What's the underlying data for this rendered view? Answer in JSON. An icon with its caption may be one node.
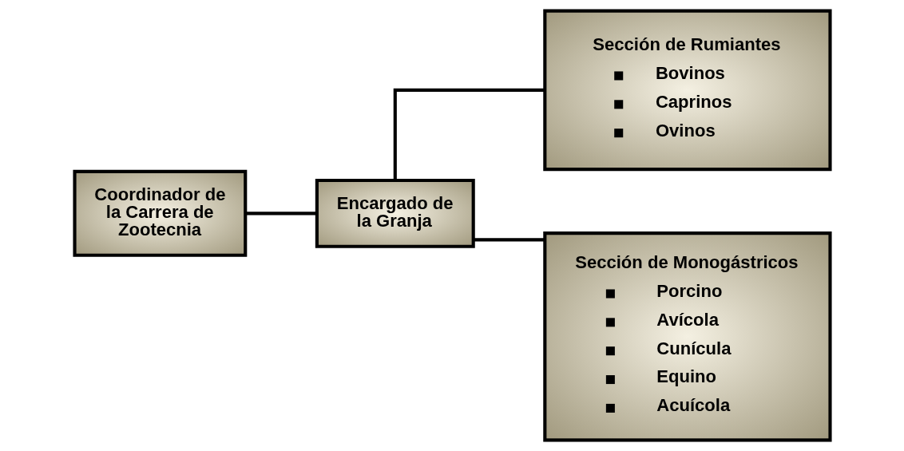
{
  "diagram": {
    "nodes": [
      {
        "text": [
          "Coordinador de la Carrera de Zootecnia"
        ]
      },
      {
        "text": [
          "Encargado de la Granja"
        ]
      },
      {
        "text": [
          "Sección de Rumiantes",
          "Bovinos",
          "Caprinos",
          "Ovinos"
        ]
      },
      {
        "text": [
          "Sección de Monogástricos",
          "Porcino",
          "Avícola",
          "Cunícula",
          "Equino",
          "Acuícola"
        ]
      }
    ],
    "edges": [
      {
        "from": 0,
        "to": 1,
        "arrow": "none"
      },
      {
        "from": 1,
        "to": 2,
        "arrow": "none"
      },
      {
        "from": 1,
        "to": 3,
        "arrow": "none"
      }
    ]
  }
}
